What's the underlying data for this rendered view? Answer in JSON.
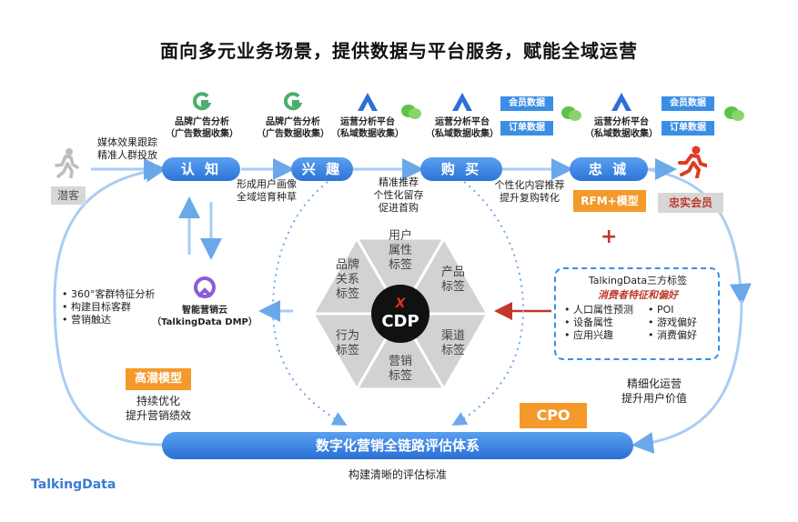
{
  "title": "面向多元业务场景，提供数据与平台服务，赋能全域运营",
  "stages": [
    "认 知",
    "兴 趣",
    "购 买",
    "忠 诚"
  ],
  "left_person_label": "潜客",
  "right_person_label": "忠实会员",
  "top_notes": {
    "media": "媒体效果跟踪\n精准人群投放",
    "form": "形成用户画像\n全域培育种草",
    "precise": "精准推荐\n个性化留存\n促进首购",
    "personal": "个性化内容推荐\n提升复购转化"
  },
  "platforms": [
    {
      "icon": "brand-g-icon",
      "label": "品牌广告分析\n（广告数据收集）"
    },
    {
      "icon": "brand-g-icon",
      "label": "品牌广告分析\n（广告数据收集）"
    },
    {
      "icon": "ops-a-icon",
      "label": "运营分析平台\n（私域数据收集）"
    },
    {
      "icon": "ops-a-icon",
      "label": "运营分析平台\n（私域数据收集）"
    },
    {
      "icon": "ops-a-icon",
      "label": "运营分析平台\n（私域数据收集）"
    }
  ],
  "data_boxes": {
    "member": "会员数据",
    "order": "订单数据"
  },
  "rfm": "RFM+模型",
  "plus": "+",
  "dmp": {
    "name": "智能营销云\n（TalkingData DMP）"
  },
  "left_bullets": [
    "360°客群特征分析",
    "构建目标客群",
    "营销触达"
  ],
  "hexagon": {
    "center_top": "X",
    "center": "CDP",
    "segments": [
      "用户\n属性\n标签",
      "产品\n标签",
      "渠道\n标签",
      "营销\n标签",
      "行为\n标签",
      "品牌\n关系\n标签"
    ]
  },
  "third_party": {
    "title": "TalkingData三方标签",
    "subtitle": "消费者特征和偏好",
    "col1": [
      "人口属性预测",
      "设备属性",
      "应用兴趣"
    ],
    "col2": [
      "POI",
      "游戏偏好",
      "消费偏好"
    ]
  },
  "high_potential": "高潜模型",
  "high_potential_note": "持续优化\n提升营销绩效",
  "fine_ops": "精细化运营\n提升用户价值",
  "cpo": "CPO",
  "bottom_bar": "数字化营销全链路评估体系",
  "bottom_note": "构建清晰的评估标准",
  "logo": "TalkingData"
}
